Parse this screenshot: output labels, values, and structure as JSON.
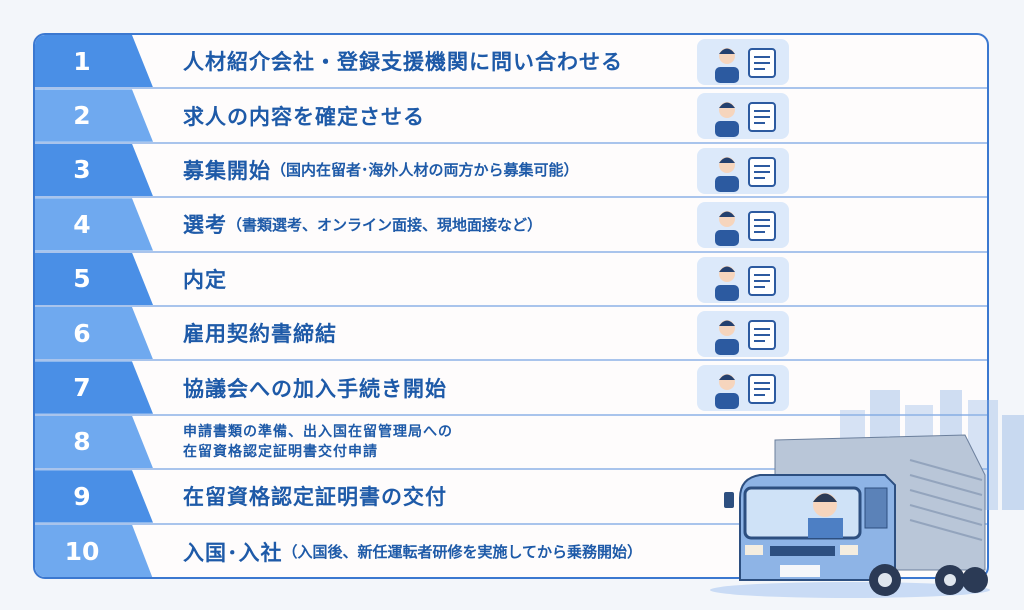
{
  "steps": [
    {
      "number": "1",
      "title": "人材紹介会社・登録支援機関に問い合わせる",
      "sub": "",
      "icon": "headset-operator-icon"
    },
    {
      "number": "2",
      "title": "求人の内容を確定させる",
      "sub": "",
      "icon": "megaphone-document-icon"
    },
    {
      "number": "3",
      "title": "募集開始",
      "sub": "（国内在留者･海外人材の両方から募集可能）",
      "icon": "interview-magnifier-icon"
    },
    {
      "number": "4",
      "title": "選考",
      "sub": "（書類選考、オンライン面接、現地面接など）",
      "icon": "person-check-bubble-icon"
    },
    {
      "number": "5",
      "title": "内定",
      "sub": "",
      "icon": "handshake-icon"
    },
    {
      "number": "6",
      "title": "雇用契約書締結",
      "sub": "",
      "icon": "driver-contract-icon"
    },
    {
      "number": "7",
      "title": "協議会への加入手続き開始",
      "sub": "",
      "icon": "form-pen-icon"
    },
    {
      "number": "8",
      "line1": "申請書類の準備、出入国在留管理局への",
      "line2": "在留資格認定証明書交付申請"
    },
    {
      "number": "9",
      "title": "在留資格認定証明書の交付",
      "sub": ""
    },
    {
      "number": "10",
      "title": "入国･入社",
      "sub": "（入国後、新任運転者研修を実施してから乗務開始）"
    }
  ],
  "colors": {
    "odd": "#4a8fe6",
    "even": "#6fa9ef",
    "text": "#1e5aa8",
    "border": "#3b78d0"
  }
}
